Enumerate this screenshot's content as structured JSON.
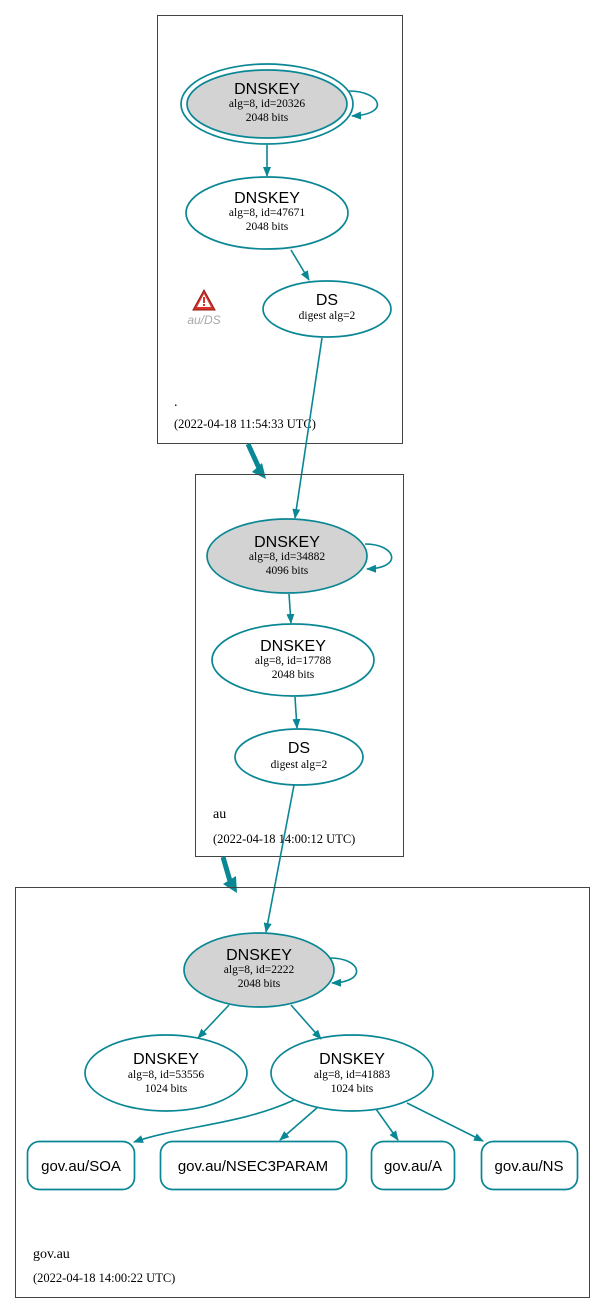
{
  "colors": {
    "edge": "#0a8794",
    "ksk_fill": "#d3d3d3",
    "node_fill": "#ffffff",
    "box_stroke": "#444444",
    "warning_red": "#d9332b"
  },
  "zones": [
    {
      "name": ".",
      "timestamp": "(2022-04-18 11:54:33 UTC)",
      "nodes": [
        {
          "title": "DNSKEY",
          "line1": "alg=8, id=20326",
          "line2": "2048 bits"
        },
        {
          "title": "DNSKEY",
          "line1": "alg=8, id=47671",
          "line2": "2048 bits"
        },
        {
          "title": "DS",
          "line1": "digest alg=2"
        }
      ],
      "warning": {
        "icon": "warning-triangle-icon",
        "label": "au/DS"
      }
    },
    {
      "name": "au",
      "timestamp": "(2022-04-18 14:00:12 UTC)",
      "nodes": [
        {
          "title": "DNSKEY",
          "line1": "alg=8, id=34882",
          "line2": "4096 bits"
        },
        {
          "title": "DNSKEY",
          "line1": "alg=8, id=17788",
          "line2": "2048 bits"
        },
        {
          "title": "DS",
          "line1": "digest alg=2"
        }
      ]
    },
    {
      "name": "gov.au",
      "timestamp": "(2022-04-18 14:00:22 UTC)",
      "nodes": [
        {
          "title": "DNSKEY",
          "line1": "alg=8, id=2222",
          "line2": "2048 bits"
        },
        {
          "title": "DNSKEY",
          "line1": "alg=8, id=53556",
          "line2": "1024 bits"
        },
        {
          "title": "DNSKEY",
          "line1": "alg=8, id=41883",
          "line2": "1024 bits"
        }
      ],
      "records": [
        "gov.au/SOA",
        "gov.au/NSEC3PARAM",
        "gov.au/A",
        "gov.au/NS"
      ]
    }
  ]
}
